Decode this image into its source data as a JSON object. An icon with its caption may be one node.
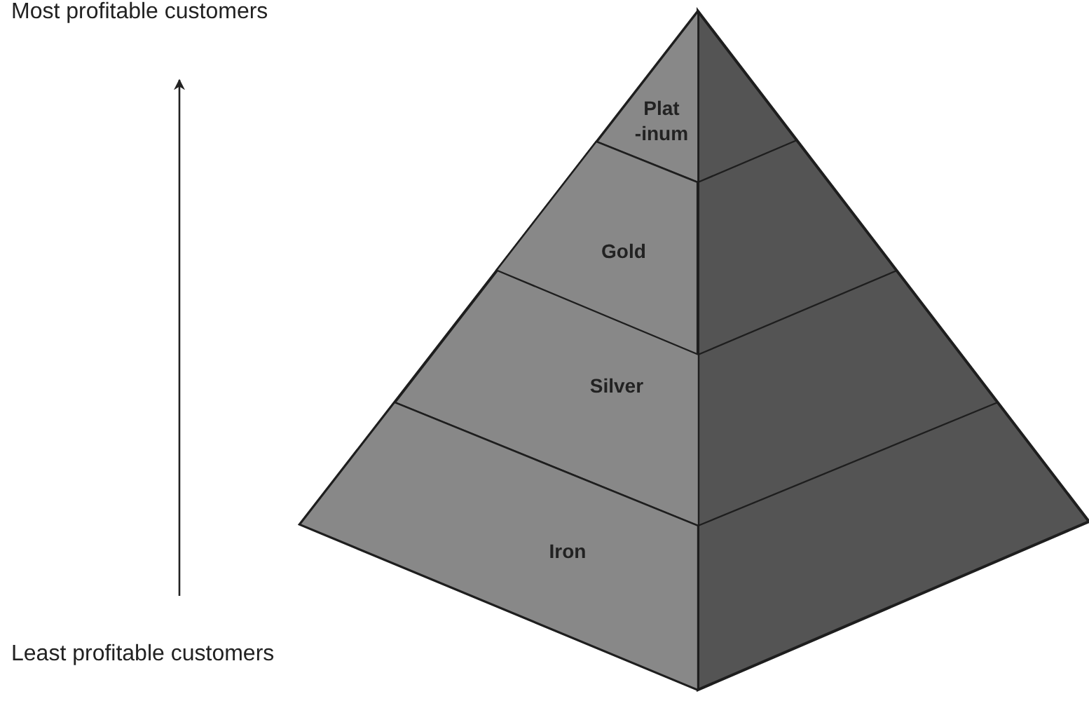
{
  "diagram": {
    "nodes": [
      {
        "text": [
          "Most profitable customers"
        ]
      },
      {
        "text": [
          "Least profitable customers"
        ]
      },
      {
        "text": [
          "Plat -inum"
        ]
      },
      {
        "text": [
          "Gold"
        ]
      },
      {
        "text": [
          "Silver"
        ]
      },
      {
        "text": [
          "Iron"
        ]
      }
    ],
    "edges": [
      {
        "from": 1,
        "to": 0,
        "arrow": "to"
      }
    ]
  }
}
